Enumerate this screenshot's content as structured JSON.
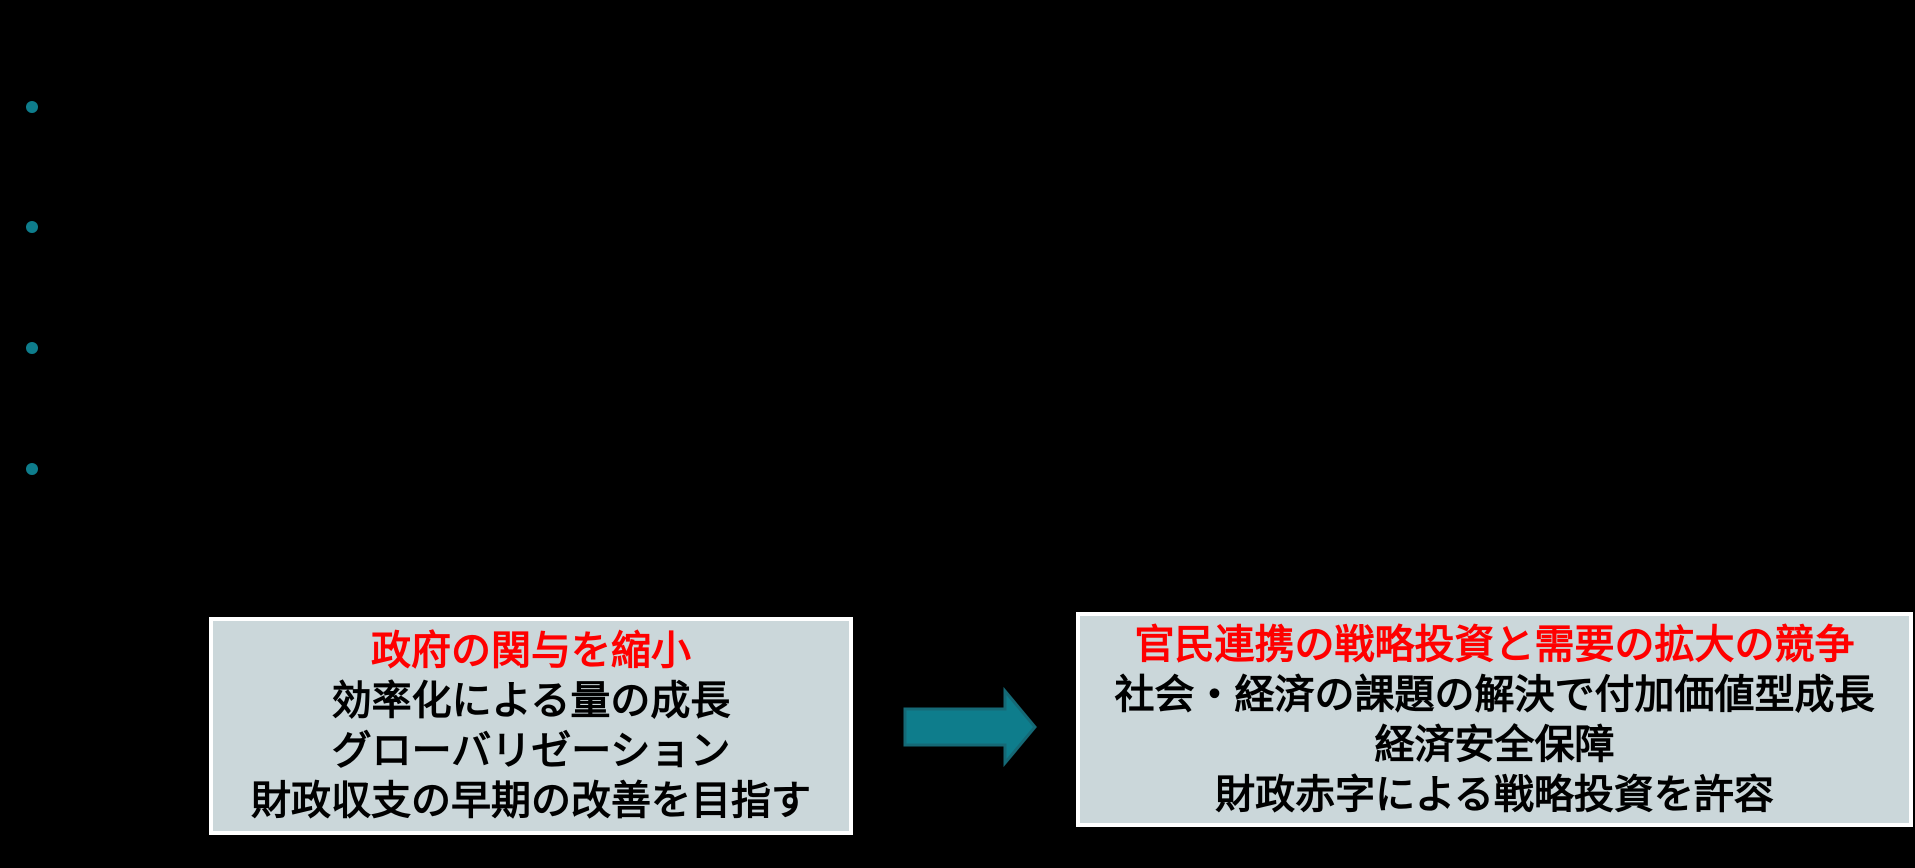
{
  "slide": {
    "background_color": "#000000",
    "note": "body text of the slide is not visible (black on black); only bullet markers, two callout boxes and an arrow are rendered"
  },
  "colors": {
    "bg": "#000000",
    "box-fill": "#CBD7DA",
    "box-border": "#FFFFFF",
    "accent-red": "#FF0000",
    "text-black": "#000000",
    "teal": "#0E7D8C",
    "teal-dark": "#156976"
  },
  "bullet_list": {
    "dot_color": "#0E7D8C",
    "count": 4
  },
  "left_box": {
    "title": "政府の関与を縮小",
    "title_color": "#FF0000",
    "lines": [
      "効率化による量の成長",
      "グローバリゼーション",
      "財政収支の早期の改善を目指す"
    ]
  },
  "arrow": {
    "direction": "right",
    "fill_color": "#0E7D8C",
    "stroke_color": "#156976"
  },
  "right_box": {
    "title": "官民連携の戦略投資と需要の拡大の競争",
    "title_color": "#FF0000",
    "lines": [
      "社会・経済の課題の解決で付加価値型成長",
      "経済安全保障",
      "財政赤字による戦略投資を許容"
    ]
  }
}
